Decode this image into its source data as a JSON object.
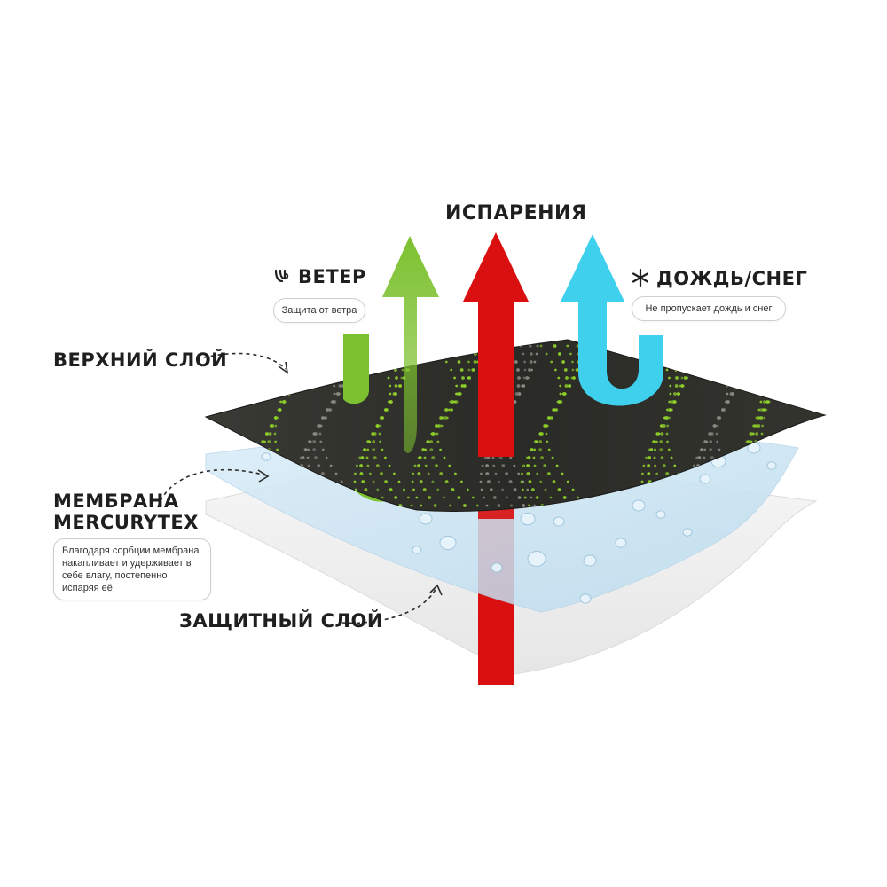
{
  "labels": {
    "evaporation": "ИСПАРЕНИЯ",
    "wind_title": "ВЕТЕР",
    "wind_desc": "Защита от ветра",
    "rain_title": "ДОЖДЬ/СНЕГ",
    "rain_desc": "Не пропускает дождь и снег",
    "top_layer": "ВЕРХНИЙ СЛОЙ",
    "membrane_line1": "МЕМБРАНА",
    "membrane_line2": "MERCURYTEX",
    "membrane_desc": "Благодаря сорбции мембрана накапливает и удерживает в себе влагу, постепенно испаряя её",
    "protective_layer": "ЗАЩИТНЫЙ СЛОЙ"
  },
  "icons": {
    "wind": "wind-icon",
    "rain": "snowflake-icon"
  },
  "colors": {
    "evaporation_arrow": "#d90f10",
    "wind_arrow": "#7cc12f",
    "rain_arrow": "#3fd0ee",
    "top_layer_fabric": "#2c2c28",
    "top_layer_dots": "#8fd12a",
    "membrane": "#cfe6f5",
    "protective": "#eeeeee",
    "text": "#1f1f1f"
  }
}
